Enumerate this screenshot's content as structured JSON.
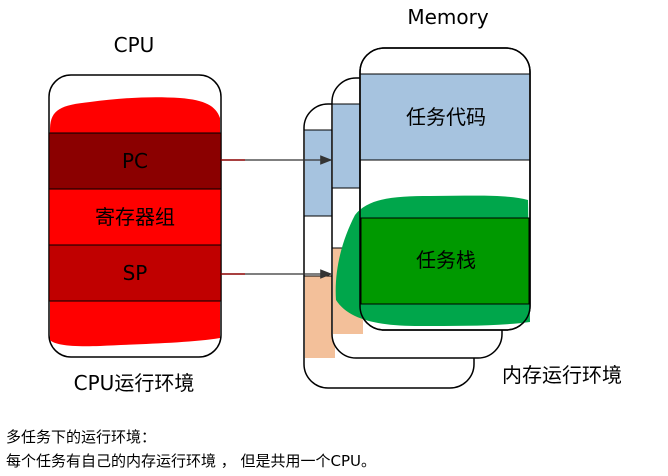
{
  "cpu": {
    "title": "CPU",
    "registers": [
      "PC",
      "寄存器组",
      "SP"
    ],
    "caption": "CPU运行环境"
  },
  "memory": {
    "title": "Memory",
    "task_code": "任务代码",
    "task_stack": "任务栈",
    "caption": "内存运行环境"
  },
  "notes": {
    "line1": "多任务下的运行环境：",
    "line2": "每个任务有自己的内存运行环境 ， 但是共用一个CPU。"
  },
  "colors": {
    "cpu_red": "#ff0000",
    "pc_dark_red": "#8b0000",
    "sp_dark_red": "#c00000",
    "code_blue": "#a6c3df",
    "stack_green": "#009900",
    "stack_blob": "#00a64b",
    "orange": "#f3c09a"
  }
}
